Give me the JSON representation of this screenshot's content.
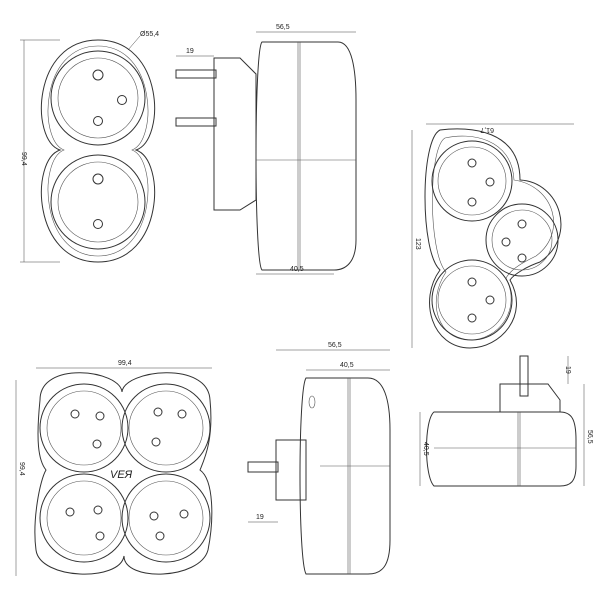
{
  "dimensions": {
    "double_width": "Ø55,4",
    "double_height": "99,4",
    "double_side_width": "56,5",
    "double_side_pin": "19",
    "double_side_body": "40,5",
    "triple_width": "61,7",
    "triple_height": "123",
    "quad_width": "99,4",
    "quad_height": "99,4",
    "quad_side_width": "56,5",
    "quad_side_body": "40,5",
    "quad_side_pin": "19",
    "triple_side_pin": "19",
    "triple_side_body": "40,5",
    "triple_side_total": "56,5"
  },
  "logo_text": "VEЯ"
}
